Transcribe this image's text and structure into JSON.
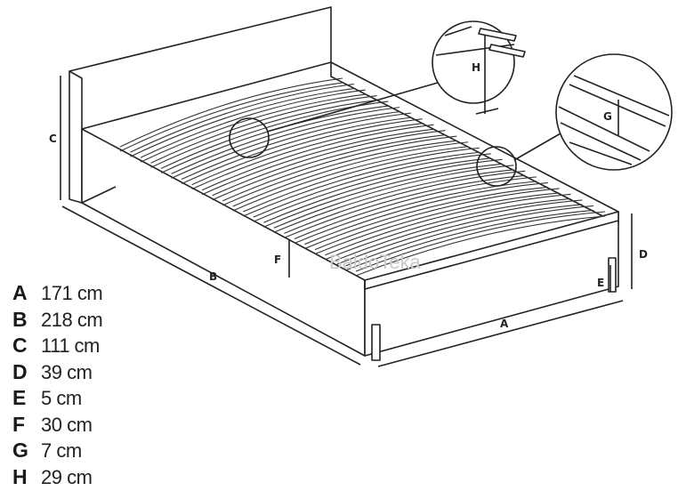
{
  "watermark": "BaldoTeka",
  "diagram_labels": {
    "A": "A",
    "B": "B",
    "C": "C",
    "D": "D",
    "E": "E",
    "F": "F",
    "G": "G",
    "H": "H"
  },
  "legend": [
    {
      "key": "A",
      "value": "171 cm"
    },
    {
      "key": "B",
      "value": "218 cm"
    },
    {
      "key": "C",
      "value": "111 cm"
    },
    {
      "key": "D",
      "value": "39 cm"
    },
    {
      "key": "E",
      "value": "5 cm"
    },
    {
      "key": "F",
      "value": "30 cm"
    },
    {
      "key": "G",
      "value": "7 cm"
    },
    {
      "key": "H",
      "value": "29 cm"
    }
  ]
}
